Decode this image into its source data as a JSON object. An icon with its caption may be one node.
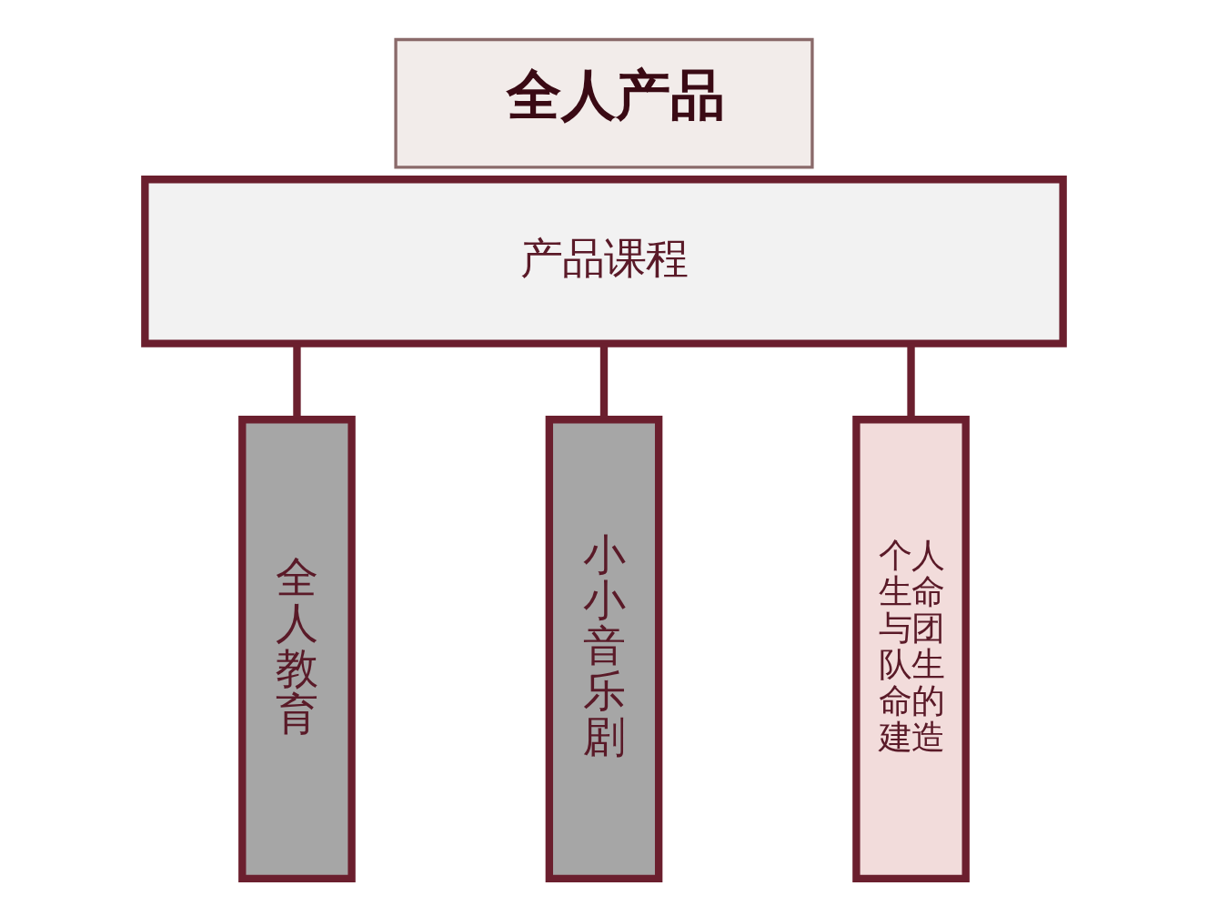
{
  "diagram": {
    "title": "全人产品",
    "nodes": [
      {
        "text": [
          "产品课程"
        ]
      },
      {
        "text": [
          "全人教育"
        ]
      },
      {
        "text": [
          "小小音乐剧"
        ]
      },
      {
        "text": [
          "个人生命与团队生命的建造"
        ]
      }
    ],
    "edges": [
      {
        "from": 0,
        "to": 1,
        "arrow": "none"
      },
      {
        "from": 0,
        "to": 2,
        "arrow": "none"
      },
      {
        "from": 0,
        "to": 3,
        "arrow": "none"
      }
    ]
  }
}
